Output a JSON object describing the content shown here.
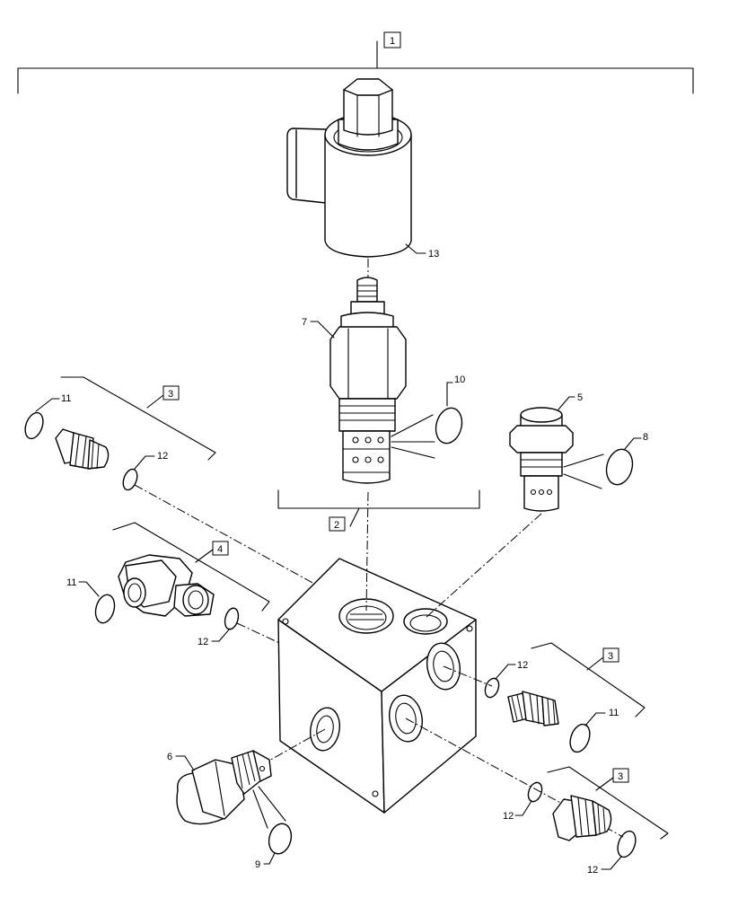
{
  "callouts": {
    "c13": "13",
    "c7": "7",
    "c10": "10",
    "c5": "5",
    "c8": "8",
    "c11a": "11",
    "c12a": "12",
    "c11b": "11",
    "c12b": "12",
    "c12c": "12",
    "c11c": "11",
    "c6": "6",
    "c9": "9",
    "c12d": "12",
    "c12e": "12"
  },
  "assemblies": {
    "a1": "1",
    "a2": "2",
    "a3a": "3",
    "a4": "4",
    "a3b": "3",
    "a3c": "3"
  }
}
